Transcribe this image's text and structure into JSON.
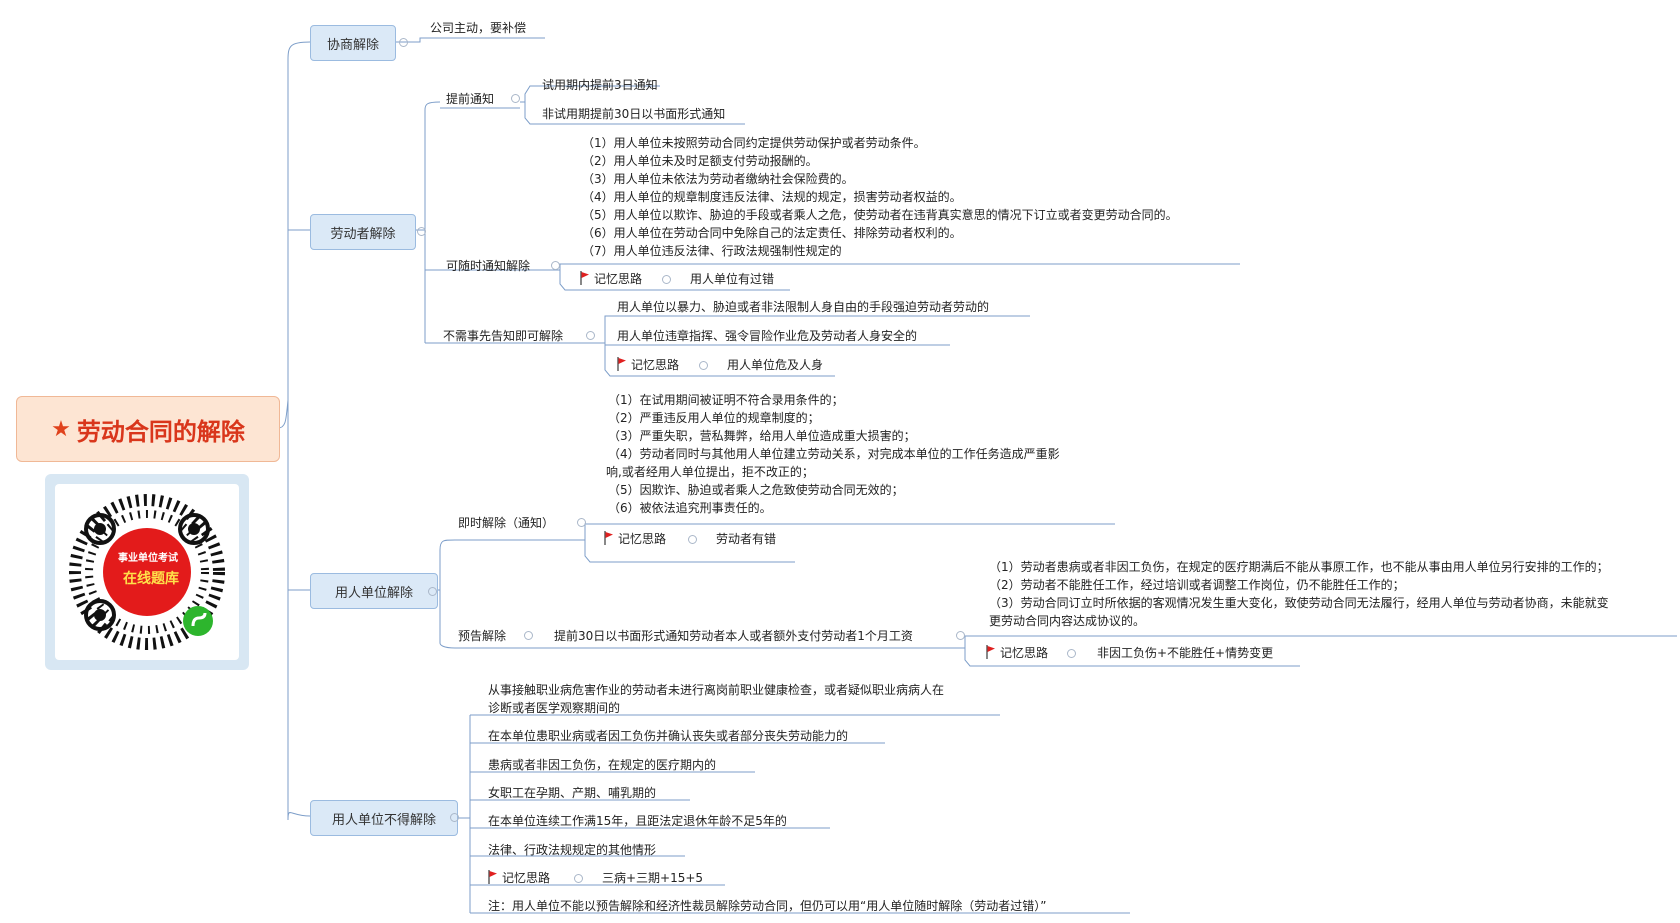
{
  "root": {
    "title": "劳动合同的解除"
  },
  "qr": {
    "line1": "事业单位考试",
    "line2": "在线题库"
  },
  "branches": {
    "b1": {
      "label": "协商解除",
      "leaf": "公司主动，要补偿"
    },
    "b2": {
      "label": "劳动者解除",
      "advance": {
        "label": "提前通知",
        "items": [
          "试用期内提前3日通知",
          "非试用期提前30日以书面形式通知"
        ]
      },
      "anytime": {
        "label": "可随时通知解除",
        "items": [
          "（1）用人单位未按照劳动合同约定提供劳动保护或者劳动条件。",
          "（2）用人单位未及时足额支付劳动报酬的。",
          "（3）用人单位未依法为劳动者缴纳社会保险费的。",
          "（4）用人单位的规章制度违反法律、法规的规定，损害劳动者权益的。",
          "（5）用人单位以欺诈、胁迫的手段或者乘人之危，使劳动者在违背真实意思的情况下订立或者变更劳动合同的。",
          "（6）用人单位在劳动合同中免除自己的法定责任、排除劳动者权利的。",
          "（7）用人单位违反法律、行政法规强制性规定的"
        ],
        "memo": "记忆思路",
        "memo_text": "用人单位有过错"
      },
      "immediate": {
        "label": "不需事先告知即可解除",
        "items": [
          "用人单位以暴力、胁迫或者非法限制人身自由的手段强迫劳动者劳动的",
          "用人单位违章指挥、强令冒险作业危及劳动者人身安全的"
        ],
        "memo": "记忆思路",
        "memo_text": "用人单位危及人身"
      }
    },
    "b3": {
      "label": "用人单位解除",
      "instant": {
        "label": "即时解除（通知）",
        "items": [
          "（1）在试用期间被证明不符合录用条件的；",
          "（2）严重违反用人单位的规章制度的；",
          "（3）严重失职，营私舞弊，给用人单位造成重大损害的；",
          "（4）劳动者同时与其他用人单位建立劳动关系，对完成本单位的工作任务造成严重影",
          "响,或者经用人单位提出，拒不改正的；",
          "（5）因欺诈、胁迫或者乘人之危致使劳动合同无效的；",
          "（6）被依法追究刑事责任的。"
        ],
        "memo": "记忆思路",
        "memo_text": "劳动者有错"
      },
      "notice": {
        "label": "预告解除",
        "mid": "提前30日以书面形式通知劳动者本人或者额外支付劳动者1个月工资",
        "items": [
          "（1）劳动者患病或者非因工负伤，在规定的医疗期满后不能从事原工作，也不能从事由用人单位另行安排的工作的；",
          "（2）劳动者不能胜任工作，经过培训或者调整工作岗位，仍不能胜任工作的；",
          "（3）劳动合同订立时所依据的客观情况发生重大变化，致使劳动合同无法履行，经用人单位与劳动者协商，未能就变",
          "更劳动合同内容达成协议的。"
        ],
        "memo": "记忆思路",
        "memo_text": "非因工负伤+不能胜任+情势变更"
      }
    },
    "b4": {
      "label": "用人单位不得解除",
      "items": [
        "从事接触职业病危害作业的劳动者未进行离岗前职业健康检查，或者疑似职业病病人在",
        "诊断或者医学观察期间的",
        "在本单位患职业病或者因工负伤并确认丧失或者部分丧失劳动能力的",
        "患病或者非因工负伤，在规定的医疗期内的",
        "女职工在孕期、产期、哺乳期的",
        "在本单位连续工作满15年，且距法定退休年龄不足5年的",
        "法律、行政法规规定的其他情形"
      ],
      "memo": "记忆思路",
      "memo_text": "三病+三期+15+5",
      "note": "注：用人单位不能以预告解除和经济性裁员解除劳动合同，但仍可以用“用人单位随时解除（劳动者过错）”"
    }
  },
  "colors": {
    "line": "#7d9ec9",
    "flag": "#e02020",
    "root_text": "#d9361b"
  }
}
